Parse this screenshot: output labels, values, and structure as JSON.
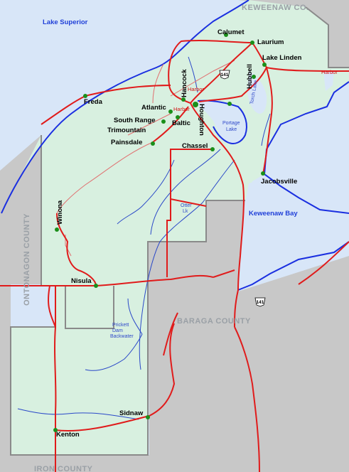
{
  "colors": {
    "land": "#d8f0e0",
    "water": "#d8e6f8",
    "gray_area": "#c8c8c8",
    "road": "#e01b1b",
    "road_secondary": "#e07070",
    "river": "#2a48c8",
    "county_border": "#8a8a8a",
    "town_dot": "#1a8f1a"
  },
  "counties": {
    "keweenaw": "KEWEENAW CO.",
    "ontonagon": "ONTONAGON COUNTY",
    "baraga": "BARAGA COUNTY",
    "iron": "IRON COUNTY"
  },
  "water": {
    "lake_superior": "Lake Superior",
    "keweenaw_bay": "Keweenaw Bay",
    "torch_lake": "Torch Lake",
    "portage_lake_1": "Portage",
    "portage_lake_2": "Lake",
    "otter_1": "Otter",
    "otter_2": "Lk",
    "prickett_1": "Prickett",
    "prickett_2": "Dam",
    "prickett_3": "Backwater"
  },
  "harbors": [
    "Harbor",
    "Harbor",
    "Harbor"
  ],
  "highway": "141",
  "towns": {
    "calumet": "Calumet",
    "laurium": "Laurium",
    "lake_linden": "Lake Linden",
    "hubbell": "Hubbell",
    "hancock": "Hancock",
    "houghton": "Houghton",
    "freda": "Freda",
    "atlantic": "Atlantic",
    "south_range": "South Range",
    "baltic": "Baltic",
    "trimountain": "Trimountain",
    "painsdale": "Painsdale",
    "chassel": "Chassel",
    "jacobsville": "Jacobsville",
    "winona": "Winona",
    "nisula": "Nisula",
    "sidnaw": "Sidnaw",
    "kenton": "Kenton"
  }
}
